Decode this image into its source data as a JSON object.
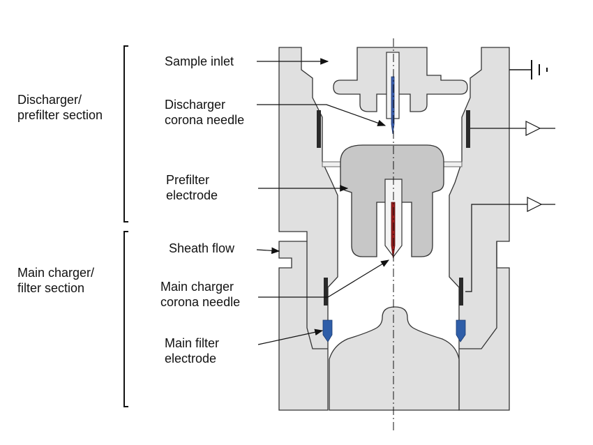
{
  "colors": {
    "body_fill": "#e0e0e0",
    "part_fill": "#c7c7c7",
    "outline": "#333333",
    "discharger_needle": "#3a5fb0",
    "main_needle": "#9b1c1c",
    "main_filter_electrode": "#2f5ea8",
    "electrode_strip": "#2a2a2a"
  },
  "labels": {
    "section_discharger": [
      "Discharger/",
      "prefilter section"
    ],
    "section_main": [
      "Main charger/",
      "filter section"
    ],
    "sample_inlet": "Sample inlet",
    "discharger_needle": [
      "Discharger",
      "corona needle"
    ],
    "prefilter_electrode": [
      "Prefilter",
      "electrode"
    ],
    "sheath_flow": "Sheath flow",
    "main_charger_needle": [
      "Main charger",
      "corona needle"
    ],
    "main_filter_electrode": [
      "Main filter",
      "electrode"
    ]
  }
}
